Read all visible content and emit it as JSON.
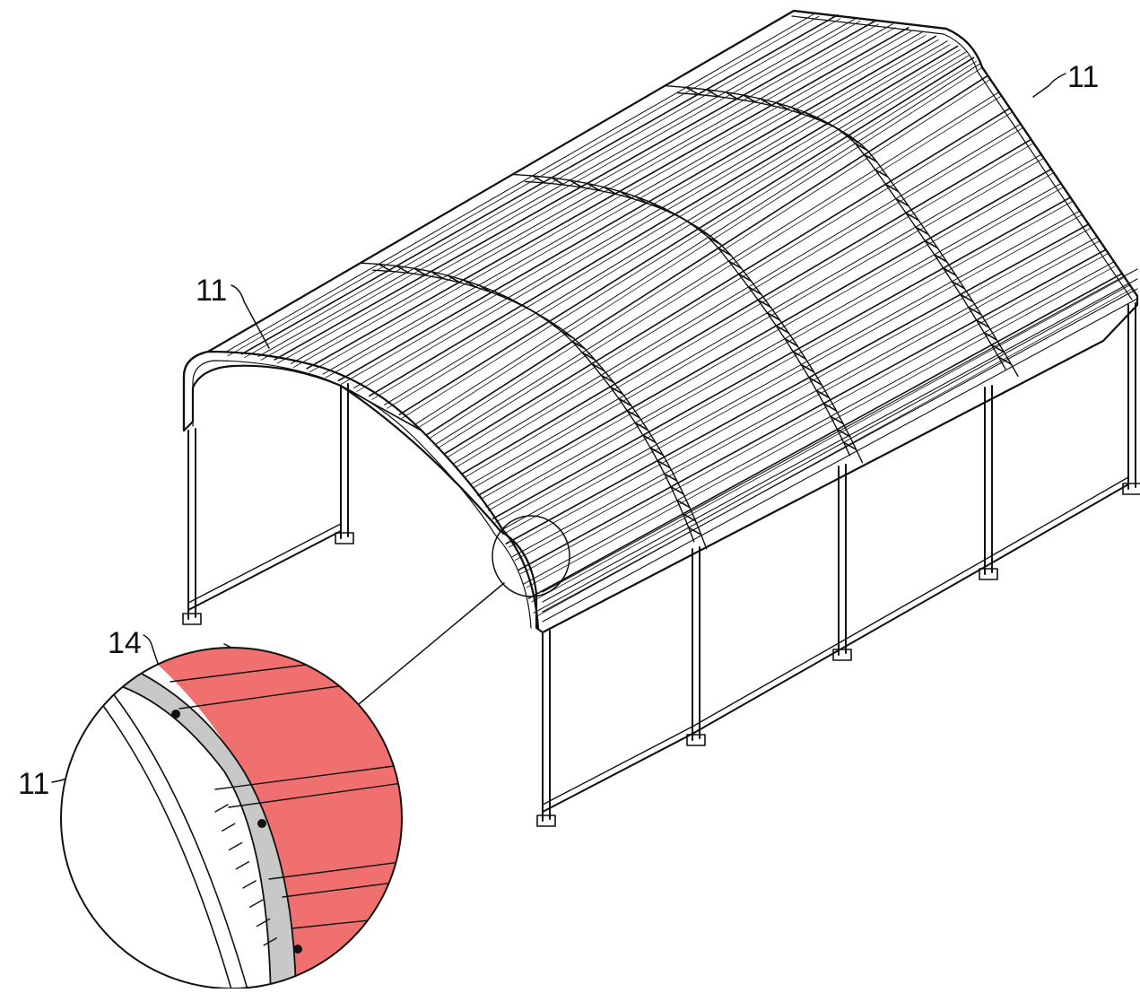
{
  "figure": {
    "labels": {
      "top_right": "11",
      "top_left": "11",
      "detail_upper": "14",
      "detail_lower": "11"
    },
    "colors": {
      "line": "#111111",
      "roof_panel_detail": "#f07070",
      "frame_detail": "#c8c8c8",
      "background": "#ffffff"
    }
  }
}
